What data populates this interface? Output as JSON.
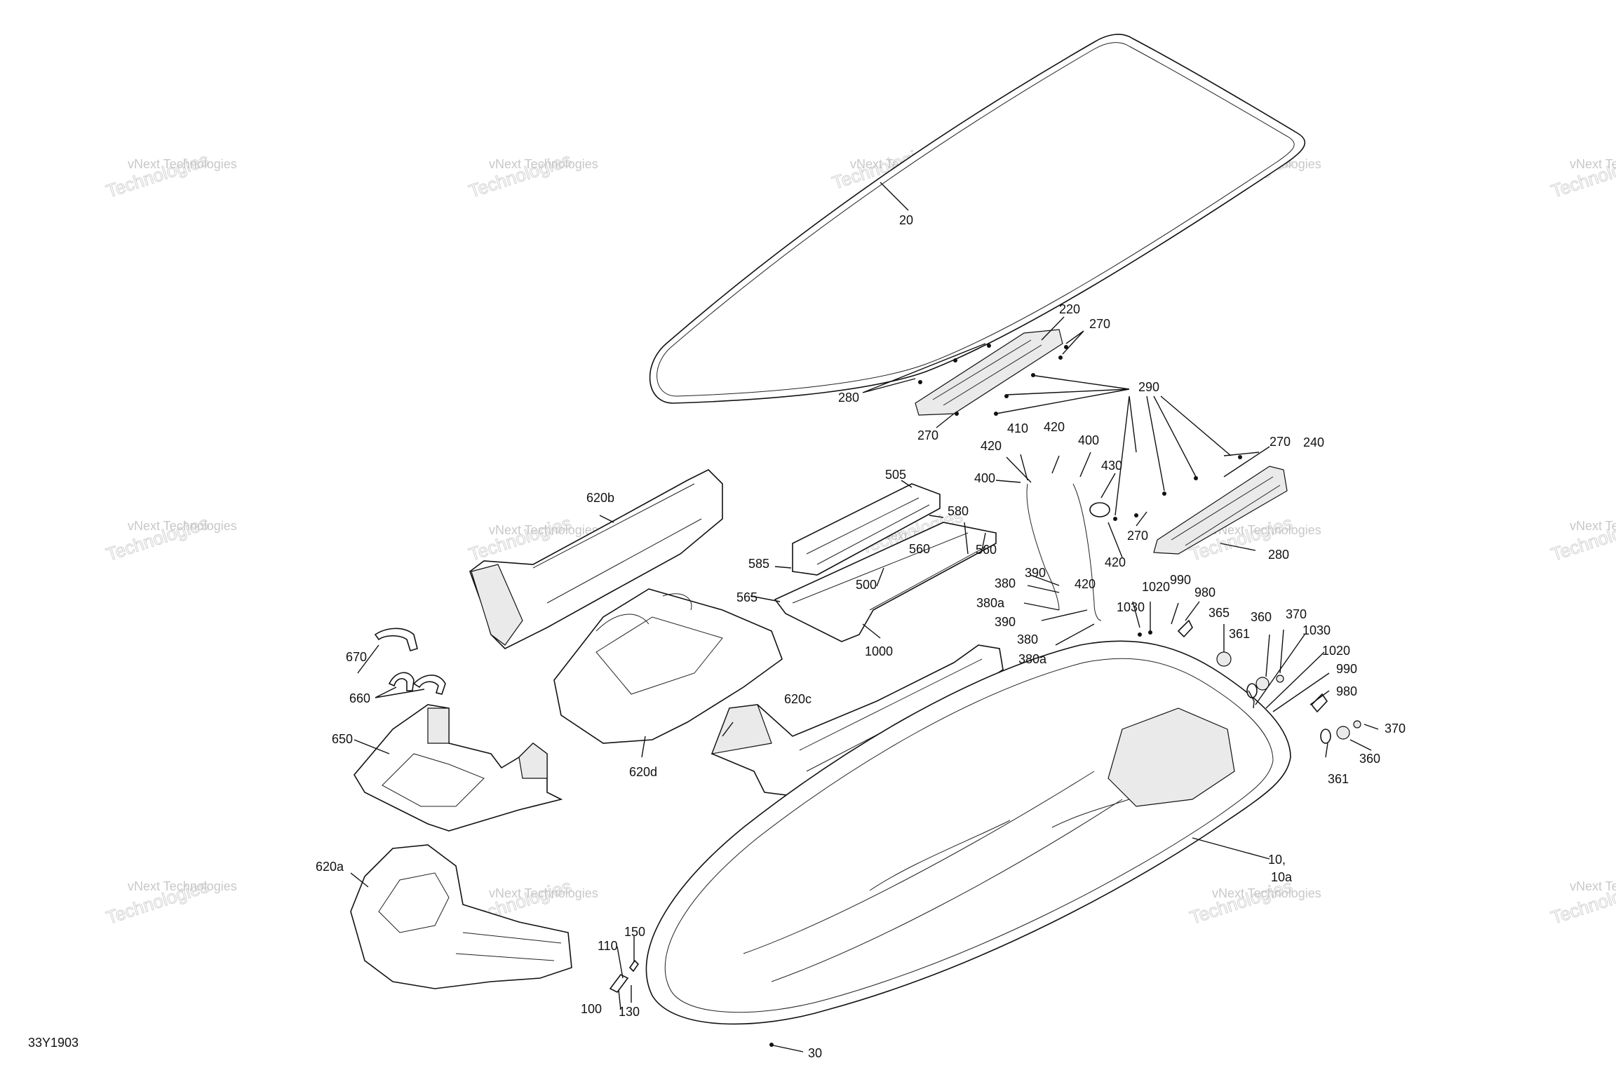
{
  "diagram": {
    "reference_code": "33Y1903",
    "watermark_line1": "vNext Technologies",
    "watermark_line2": "Technologies",
    "labels": {
      "l20": "20",
      "l220": "220",
      "l270": "270",
      "l280": "280",
      "l290": "290",
      "l240": "240",
      "l410": "410",
      "l420": "420",
      "l400": "400",
      "l430": "430",
      "l505": "505",
      "l580": "580",
      "l560": "560",
      "l585": "585",
      "l565": "565",
      "l500": "500",
      "l1000": "1000",
      "l390": "390",
      "l380": "380",
      "l380a": "380a",
      "l1020": "1020",
      "l990": "990",
      "l980": "980",
      "l1030": "1030",
      "l365": "365",
      "l360": "360",
      "l370": "370",
      "l361": "361",
      "l620a": "620a",
      "l620b": "620b",
      "l620c": "620c",
      "l620d": "620d",
      "l650": "650",
      "l660": "660",
      "l670": "670",
      "l10": "10,",
      "l10a": "10a",
      "l100": "100",
      "l110": "110",
      "l130": "130",
      "l150": "150",
      "l30": "30"
    }
  }
}
